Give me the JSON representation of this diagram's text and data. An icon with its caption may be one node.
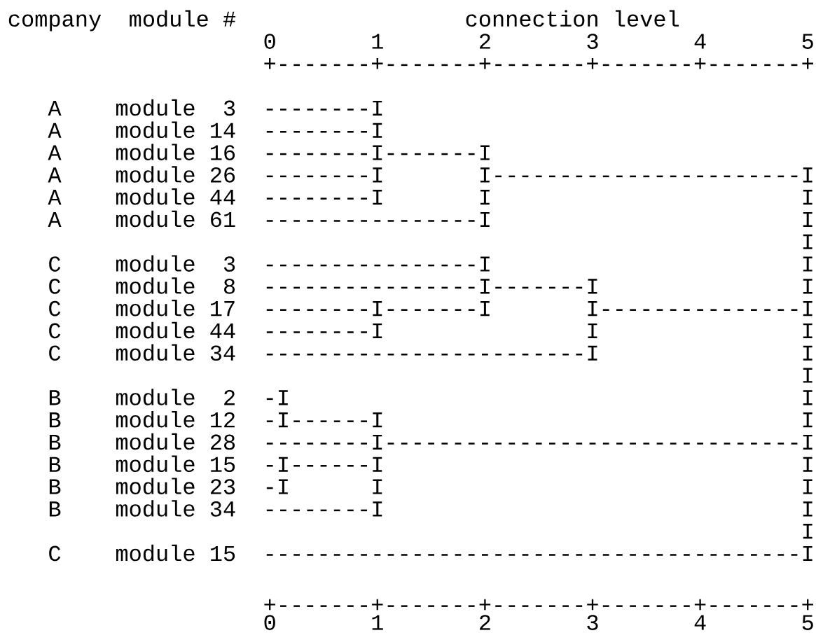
{
  "diagram": {
    "labels": [
      "company",
      "module #",
      "connection level",
      "0",
      "1",
      "2",
      "3",
      "4",
      "5",
      "+-------+-------+-------+-------+-------+",
      "A",
      "module 3",
      "--------I",
      "A",
      "module 14",
      "--------I",
      "A",
      "module 16",
      "--------I-------I",
      "A",
      "module 26",
      "--------I",
      "I-----------------------I",
      "A",
      "module 44",
      "--------I",
      "I",
      "I",
      "A",
      "module 61",
      "----------------I",
      "I",
      "I",
      "C",
      "module 3",
      "----------------I",
      "I",
      "C",
      "module 8",
      "----------------I-------I",
      "I",
      "C",
      "module 17",
      "--------I-------I",
      "I---------------I",
      "C",
      "module 44",
      "--------I",
      "I",
      "I",
      "C",
      "module 34",
      "------------------------I",
      "I",
      "I",
      "B",
      "module 2",
      "-I",
      "I",
      "B",
      "module 12",
      "-I------I",
      "I",
      "B",
      "module 28",
      "--------I-------------------------------I",
      "B",
      "module 15",
      "-I------I",
      "I",
      "B",
      "module 23",
      "-I",
      "I",
      "I",
      "B",
      "module 34",
      "--------I",
      "I",
      "I",
      "C",
      "module 15",
      "----------------------------------------I",
      "+-------+-------+-------+-------+-------+",
      "0",
      "1",
      "2",
      "3",
      "4",
      "5"
    ]
  }
}
